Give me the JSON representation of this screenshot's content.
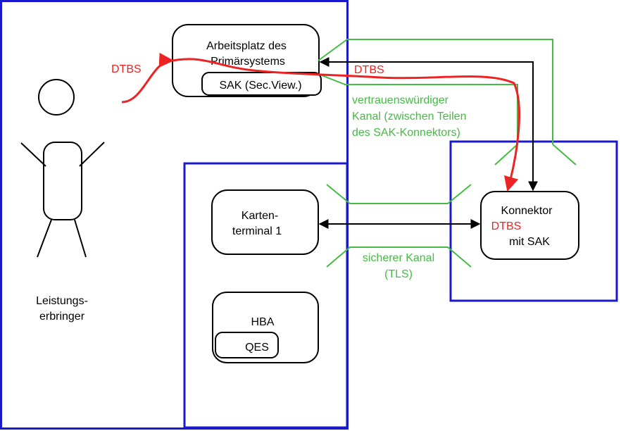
{
  "actor": {
    "label_line1": "Leistungs-",
    "label_line2": "erbringer"
  },
  "workstation": {
    "title_line1": "Arbeitsplatz des",
    "title_line2": "Primärsystems",
    "sak_label": "SAK (Sec.View.)"
  },
  "card_terminal": {
    "line1": "Karten-",
    "line2": "terminal 1"
  },
  "hba": {
    "label": "HBA",
    "qes_label": "QES"
  },
  "connector": {
    "line1": "Konnektor",
    "dtbs": "DTBS",
    "line3": "mit SAK"
  },
  "channels": {
    "trusted_line1": "vertrauenswürdiger",
    "trusted_line2": "Kanal (zwischen Teilen",
    "trusted_line3": "des SAK-Konnektors)",
    "secure_line1": "sicherer Kanal",
    "secure_line2": "(TLS)"
  },
  "flows": {
    "dtbs_left": "DTBS",
    "dtbs_right": "DTBS"
  },
  "colors": {
    "boundary_blue": "#1a1acc",
    "channel_green": "#44bb44",
    "dtbs_red": "#ee2222",
    "stroke_black": "#000000"
  }
}
